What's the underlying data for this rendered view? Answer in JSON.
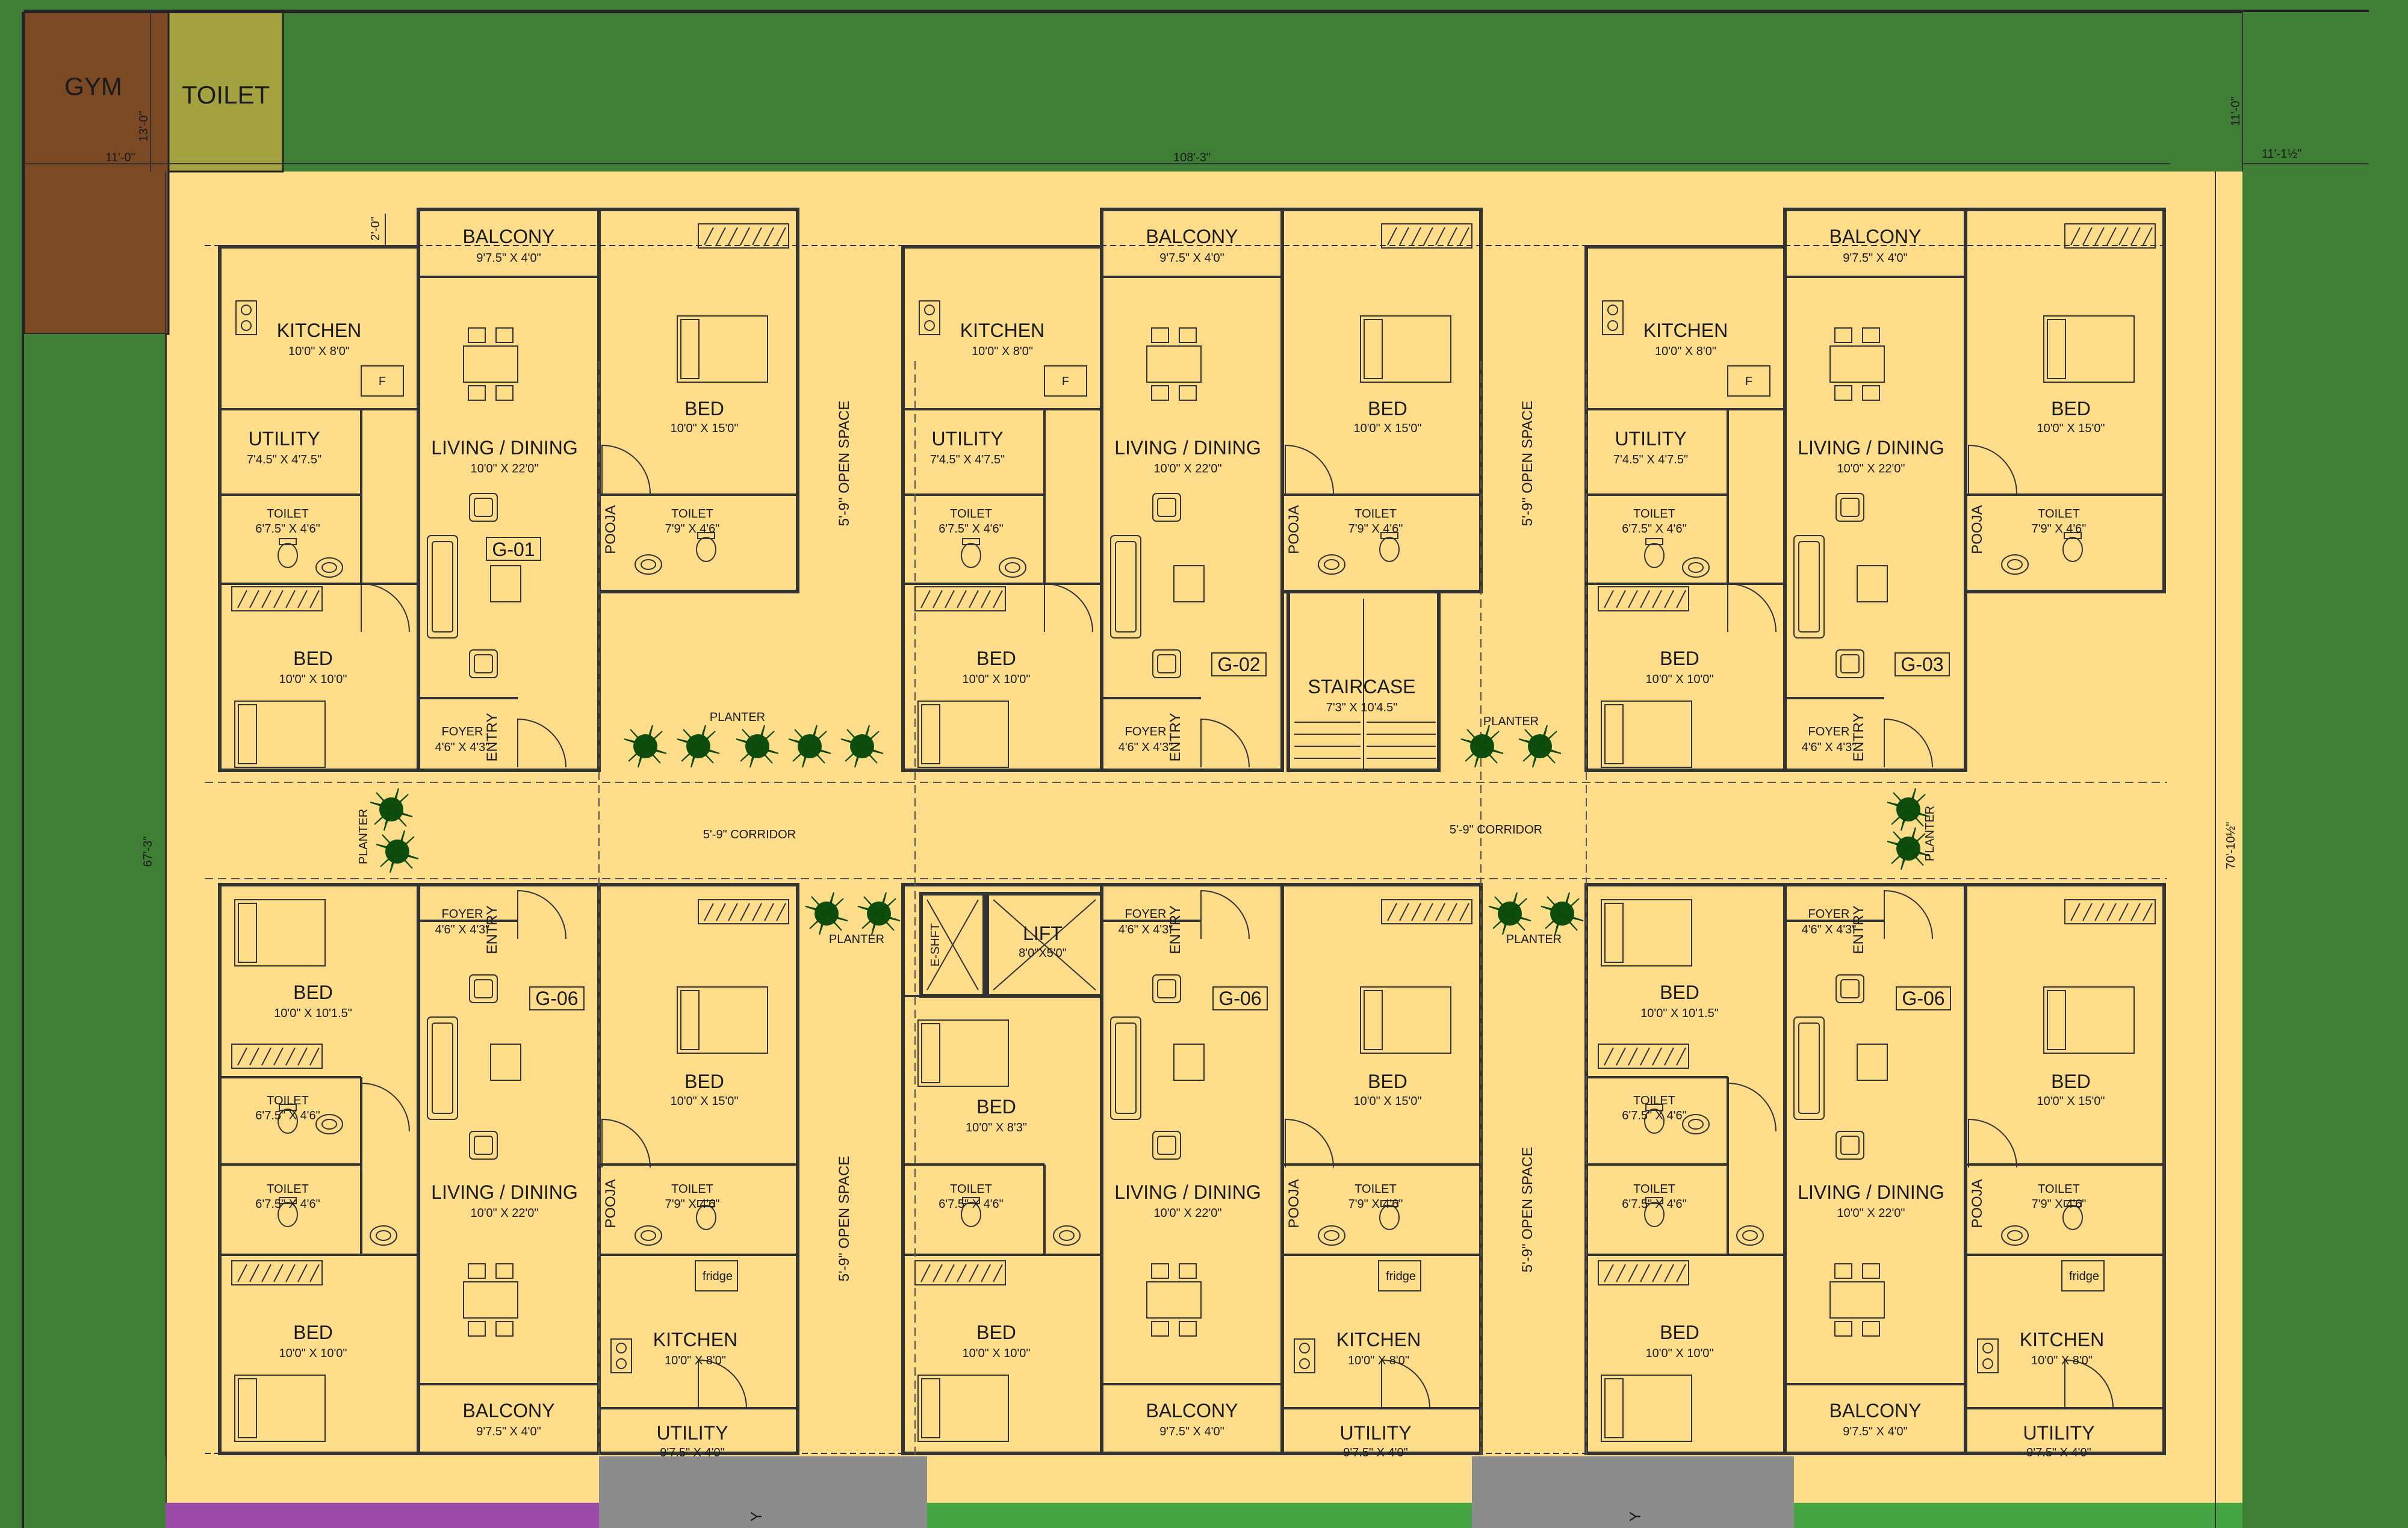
{
  "colors": {
    "lawn": "#3f7f35",
    "site": "#fddc8a",
    "gym": "#7b4a25",
    "toilet_block": "#a4a240",
    "wall": "#333333",
    "purple_strip": "#9c4aa8",
    "grey_strip": "#8c8c8c",
    "green_strip": "#44a542",
    "planter_leaf": "#1f7a1f"
  },
  "amenities": {
    "gym": "GYM",
    "toilet": "TOILET"
  },
  "site_dims": {
    "d_11_0": "11'-0\"",
    "d_13_0": "13'-0\"",
    "d_108_3": "108'-3\"",
    "d_11_0_right": "11'-0\"",
    "d_11_1": "11'-1½\"",
    "d_67_3": "67'-3\"",
    "d_70_10": "70'-10½\"",
    "d_2_0": "2'-0\""
  },
  "rooms": {
    "balcony": "BALCONY",
    "balcony_dim": "9'7.5\" X 4'0\"",
    "kitchen": "KITCHEN",
    "kitchen_dim": "10'0\" X 8'0\"",
    "utility": "UTILITY",
    "utility_dim_top": "7'4.5\" X 4'7.5\"",
    "utility_dim_bottom": "9'7.5\" X 4'0\"",
    "bed": "BED",
    "bed_dim_15": "10'0\" X 15'0\"",
    "bed_dim_10": "10'0\" X 10'0\"",
    "bed_dim_101": "10'0\" X 10'1.5\"",
    "bed_dim_83": "10'0\" X 8'3\"",
    "living": "LIVING / DINING",
    "living_dim": "10'0\" X 22'0\"",
    "toilet": "TOILET",
    "toilet_dim_a": "6'7.5\" X 4'6\"",
    "toilet_dim_b": "7'9\" X 4'6\"",
    "foyer": "FOYER",
    "foyer_dim": "4'6\" X 4'3\"",
    "entry": "ENTRY",
    "pooja": "POOJA",
    "fridge": "fridge",
    "f": "F",
    "staircase": "STAIRCASE",
    "staircase_dim": "7'3\" X 10'4.5\"",
    "lift": "LIFT",
    "lift_dim": "8'0\"X5'0\"",
    "open_space": "5'-9\" OPEN SPACE",
    "corridor": "5'-9\" CORRIDOR",
    "planter": "PLANTER",
    "eshft": "E-SHFT"
  },
  "units": {
    "g01": "G-01",
    "g02": "G-02",
    "g03": "G-03",
    "g06a": "G-06",
    "g06b": "G-06",
    "g06c": "G-06"
  },
  "bottom_strip_letters": [
    "Y",
    "Y"
  ]
}
